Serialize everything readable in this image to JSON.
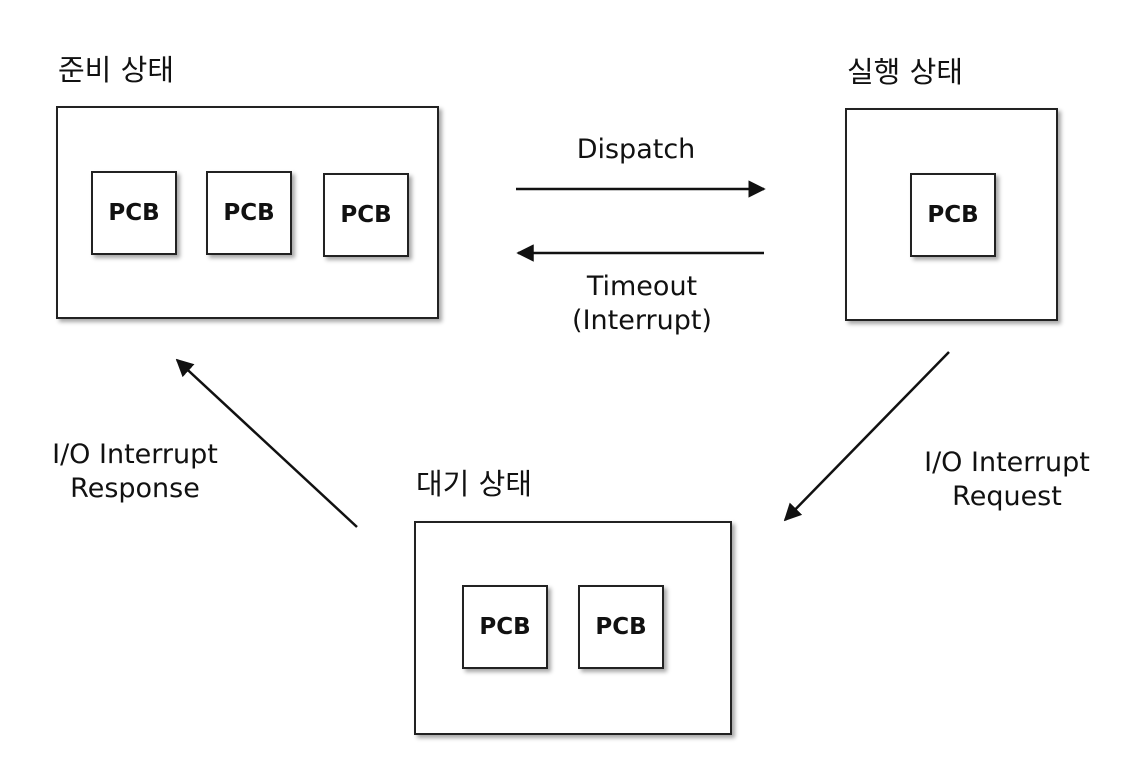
{
  "states": {
    "ready": {
      "title": "준비 상태",
      "pcbs": [
        "PCB",
        "PCB",
        "PCB"
      ]
    },
    "running": {
      "title": "실행 상태",
      "pcbs": [
        "PCB"
      ]
    },
    "waiting": {
      "title": "대기 상태",
      "pcbs": [
        "PCB",
        "PCB"
      ]
    }
  },
  "transitions": {
    "dispatch": {
      "lines": [
        "Dispatch"
      ]
    },
    "timeout": {
      "lines": [
        "Timeout",
        "(Interrupt)"
      ]
    },
    "io_request": {
      "lines": [
        "I/O Interrupt",
        "Request"
      ]
    },
    "io_response": {
      "lines": [
        "I/O Interrupt",
        "Response"
      ]
    }
  },
  "colors": {
    "stroke": "#222222",
    "text": "#111111",
    "background": "#ffffff"
  }
}
